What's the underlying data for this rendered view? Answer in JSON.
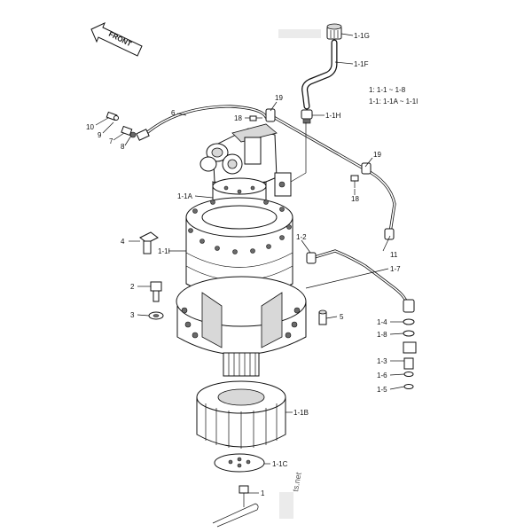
{
  "direction": {
    "label": "FRONT"
  },
  "legend": {
    "line1": "1: 1-1 ~ 1-8",
    "line2": "1-1: 1-1A ~ 1-1I"
  },
  "watermark": {
    "text": "ts.net"
  },
  "callouts": [
    {
      "id": "1-1G",
      "text": "1-1G"
    },
    {
      "id": "1-1F",
      "text": "1-1F"
    },
    {
      "id": "19a",
      "text": "19"
    },
    {
      "id": "18a",
      "text": "18"
    },
    {
      "id": "1-1H",
      "text": "1-1H"
    },
    {
      "id": "6",
      "text": "6"
    },
    {
      "id": "10",
      "text": "10"
    },
    {
      "id": "9",
      "text": "9"
    },
    {
      "id": "7",
      "text": "7"
    },
    {
      "id": "8",
      "text": "8"
    },
    {
      "id": "19b",
      "text": "19"
    },
    {
      "id": "18b",
      "text": "18"
    },
    {
      "id": "1-1A",
      "text": "1-1A"
    },
    {
      "id": "4",
      "text": "4"
    },
    {
      "id": "1-1I",
      "text": "1-1I"
    },
    {
      "id": "1-2",
      "text": "1-2"
    },
    {
      "id": "11",
      "text": "11"
    },
    {
      "id": "1-7",
      "text": "1-7"
    },
    {
      "id": "2",
      "text": "2"
    },
    {
      "id": "3",
      "text": "3"
    },
    {
      "id": "5",
      "text": "5"
    },
    {
      "id": "1-4",
      "text": "1-4"
    },
    {
      "id": "1-8",
      "text": "1-8"
    },
    {
      "id": "1-3",
      "text": "1-3"
    },
    {
      "id": "1-6",
      "text": "1-6"
    },
    {
      "id": "1-5",
      "text": "1-5"
    },
    {
      "id": "1-1B",
      "text": "1-1B"
    },
    {
      "id": "1-1C",
      "text": "1-1C"
    },
    {
      "id": "1",
      "text": "1"
    }
  ]
}
